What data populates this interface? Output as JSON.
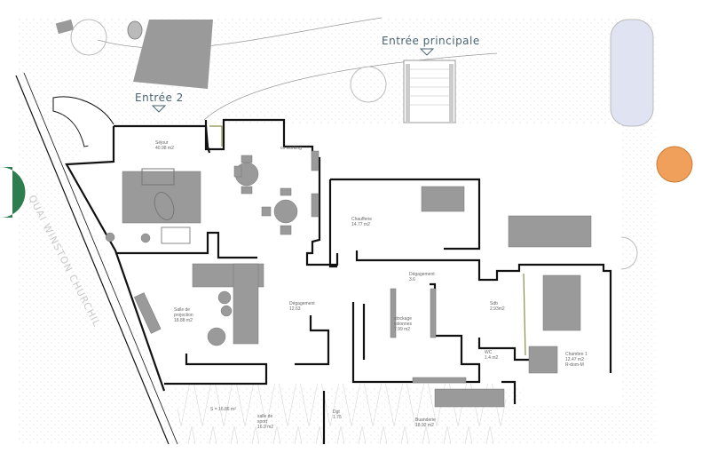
{
  "plan": {
    "entrances": {
      "main": "Entrée principale",
      "secondary": "Entrée 2"
    },
    "street": "QUAI WINSTON CHURCHIL",
    "rooms": [
      {
        "name": "Séjour",
        "area": "40.98 m2"
      },
      {
        "name": "co working"
      },
      {
        "name": "Chaufferie",
        "area": "14.77 m2"
      },
      {
        "name": "Dégagement",
        "area": "3.6"
      },
      {
        "name": "Salle de",
        "name2": "projection",
        "area": "18.88 m2"
      },
      {
        "name": "Dégagement",
        "area": "12.63"
      },
      {
        "name": "stockage",
        "name2": "colonnes",
        "area": "7.99 m2"
      },
      {
        "name": "Sdb",
        "area": "2.93m2"
      },
      {
        "name": "WC",
        "area": "1.4 m2"
      },
      {
        "name": "Chambre 1",
        "area": "12.47 m2",
        "note": "R-dom-M"
      },
      {
        "name": "salle de",
        "name2": "sport",
        "area": "16.9 m2",
        "note": "S = 16.86 m²"
      },
      {
        "name": "Dgt",
        "area": "1.75"
      },
      {
        "name": "Buanderie",
        "area": "18.92 m2"
      }
    ],
    "colors": {
      "wall": "#111111",
      "furniture": "#9a9a9a",
      "nav_left": "#2e7d4f",
      "nav_right": "#f0a05a"
    }
  }
}
